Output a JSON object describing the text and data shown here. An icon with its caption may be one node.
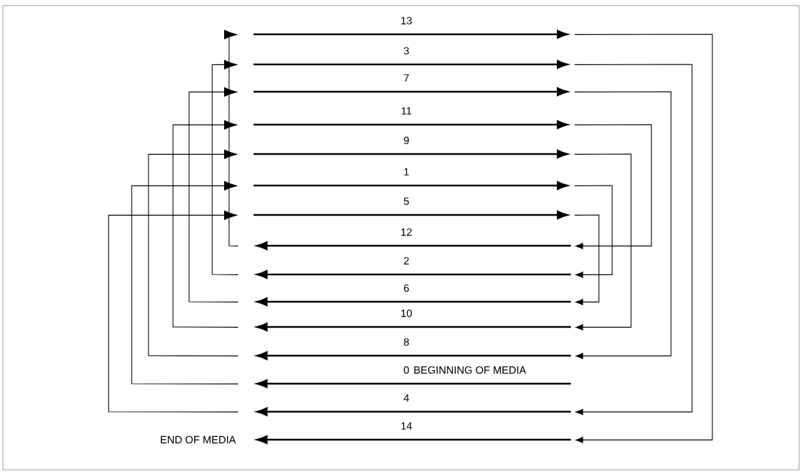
{
  "diagram": {
    "nodes": [
      {
        "text": [
          "13"
        ]
      },
      {
        "text": [
          "3"
        ]
      },
      {
        "text": [
          "7"
        ]
      },
      {
        "text": [
          "11"
        ]
      },
      {
        "text": [
          "9"
        ]
      },
      {
        "text": [
          "1"
        ]
      },
      {
        "text": [
          "5"
        ]
      },
      {
        "text": [
          "12"
        ]
      },
      {
        "text": [
          "2"
        ]
      },
      {
        "text": [
          "6"
        ]
      },
      {
        "text": [
          "10"
        ]
      },
      {
        "text": [
          "8"
        ]
      },
      {
        "text": [
          "0",
          "BEGINNING OF MEDIA"
        ]
      },
      {
        "text": [
          "4"
        ]
      },
      {
        "text": [
          "14"
        ],
        "beside": [
          "END OF MEDIA"
        ]
      }
    ],
    "edges": [
      {
        "from": 0,
        "to": 14,
        "arrow": "to"
      },
      {
        "from": 1,
        "to": 13,
        "arrow": "to"
      },
      {
        "from": 2,
        "to": 11,
        "arrow": "to"
      },
      {
        "from": 3,
        "to": 7,
        "arrow": "to"
      },
      {
        "from": 4,
        "to": 10,
        "arrow": "to"
      },
      {
        "from": 5,
        "to": 8,
        "arrow": "to"
      },
      {
        "from": 6,
        "to": 9,
        "arrow": "to"
      },
      {
        "from": 7,
        "to": 0,
        "arrow": "to"
      },
      {
        "from": 8,
        "to": 1,
        "arrow": "to"
      },
      {
        "from": 9,
        "to": 2,
        "arrow": "to"
      },
      {
        "from": 10,
        "to": 3,
        "arrow": "to"
      },
      {
        "from": 11,
        "to": 4,
        "arrow": "to"
      },
      {
        "from": 12,
        "to": 5,
        "arrow": "to"
      },
      {
        "from": 13,
        "to": 6,
        "arrow": "to"
      }
    ]
  }
}
